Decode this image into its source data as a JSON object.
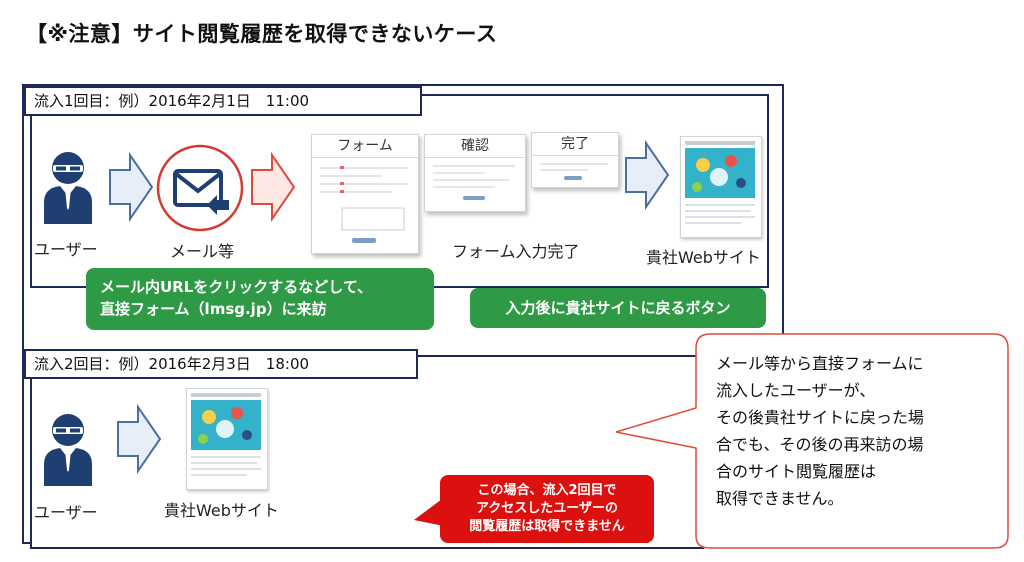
{
  "title": "【※注意】サイト閲覧履歴を取得できないケース",
  "section1": {
    "tab_label": "流入1回目：例）2016年2月1日　11:00",
    "user_label": "ユーザー",
    "mail_label": "メール等",
    "form_title": "フォーム",
    "confirm_title": "確認",
    "complete_title": "完了",
    "form_done_label": "フォーム入力完了",
    "site_label": "貴社Webサイト",
    "green_note_line1": "メール内URLをクリックするなどして、",
    "green_note_line2": "直接フォーム（lmsg.jp）に来訪",
    "return_button": "入力後に貴社サイトに戻るボタン"
  },
  "section2": {
    "tab_label": "流入2回目：例）2016年2月3日　18:00",
    "user_label": "ユーザー",
    "site_label": "貴社Webサイト",
    "red_note_line1": "この場合、流入2回目で",
    "red_note_line2": "アクセスしたユーザーの",
    "red_note_line3": "閲覧履歴は取得できません"
  },
  "callout": {
    "line1": "メール等から直接フォームに",
    "line2": "流入したユーザーが、",
    "line3": "その後貴社サイトに戻った場",
    "line4": "合でも、その後の再来訪の場",
    "line5": "合のサイト閲覧履歴は",
    "line6": "取得できません。"
  },
  "colors": {
    "navy": "#1d2a57",
    "user_icon": "#1f3f73",
    "arrow_blue_fill": "#e8eef7",
    "arrow_blue_stroke": "#4a6fa5",
    "arrow_red_fill": "#fde8e6",
    "arrow_red_stroke": "#e04a3a",
    "green": "#2e9a45",
    "red": "#dd1010",
    "callout_stroke": "#e04a3a"
  }
}
